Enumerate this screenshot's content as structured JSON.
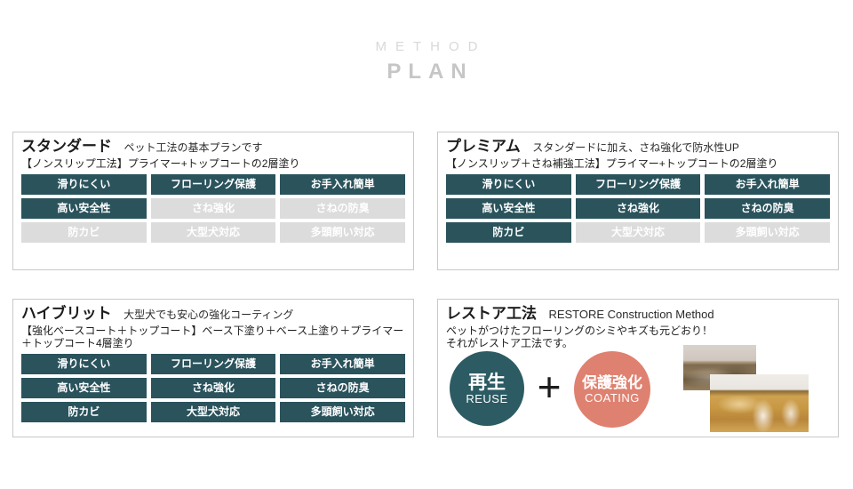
{
  "header": {
    "eyebrow": "METHOD",
    "title": "PLAN"
  },
  "panels": [
    {
      "title": "スタンダード",
      "subtitle": "ペット工法の基本プランです",
      "description": "【ノンスリップ工法】プライマー+トップコートの2層塗り",
      "badges": [
        {
          "label": "滑りにくい",
          "active": true
        },
        {
          "label": "フローリング保護",
          "active": true
        },
        {
          "label": "お手入れ簡単",
          "active": true
        },
        {
          "label": "高い安全性",
          "active": true
        },
        {
          "label": "さね強化",
          "active": false
        },
        {
          "label": "さねの防臭",
          "active": false
        },
        {
          "label": "防カビ",
          "active": false
        },
        {
          "label": "大型犬対応",
          "active": false
        },
        {
          "label": "多頭飼い対応",
          "active": false
        }
      ]
    },
    {
      "title": "プレミアム",
      "subtitle": "スタンダードに加え、さね強化で防水性UP",
      "description": "【ノンスリップ＋さね補強工法】プライマー+トップコートの2層塗り",
      "badges": [
        {
          "label": "滑りにくい",
          "active": true
        },
        {
          "label": "フローリング保護",
          "active": true
        },
        {
          "label": "お手入れ簡単",
          "active": true
        },
        {
          "label": "高い安全性",
          "active": true
        },
        {
          "label": "さね強化",
          "active": true
        },
        {
          "label": "さねの防臭",
          "active": true
        },
        {
          "label": "防カビ",
          "active": true
        },
        {
          "label": "大型犬対応",
          "active": false
        },
        {
          "label": "多頭飼い対応",
          "active": false
        }
      ]
    },
    {
      "title": "ハイブリット",
      "subtitle": "大型犬でも安心の強化コーティング",
      "description": "【強化ベースコート＋トップコート】ベース下塗り＋ベース上塗り＋プライマー＋トップコート4層塗り",
      "badges": [
        {
          "label": "滑りにくい",
          "active": true
        },
        {
          "label": "フローリング保護",
          "active": true
        },
        {
          "label": "お手入れ簡単",
          "active": true
        },
        {
          "label": "高い安全性",
          "active": true
        },
        {
          "label": "さね強化",
          "active": true
        },
        {
          "label": "さねの防臭",
          "active": true
        },
        {
          "label": "防カビ",
          "active": true
        },
        {
          "label": "大型犬対応",
          "active": true
        },
        {
          "label": "多頭飼い対応",
          "active": true
        }
      ]
    }
  ],
  "restore": {
    "title": "レストア工法",
    "subtitle": "RESTORE Construction Method",
    "body": [
      "ペットがつけたフローリングのシミやキズも元どおり！",
      "それがレストア工法です。"
    ],
    "reuse_circle": {
      "label": "再生",
      "sublabel": "REUSE",
      "color": "#2c5b63"
    },
    "plus": "+",
    "coating_circle": {
      "label": "保護強化",
      "sublabel": "COATING",
      "color": "#df8170"
    },
    "photos": [
      "before-floor-photo",
      "after-floor-photo"
    ]
  },
  "colors": {
    "badge_active": "#2a535c",
    "badge_inactive": "#dcdcdc",
    "accent_teal": "#2c5b63",
    "accent_salmon": "#df8170",
    "panel_border": "#c9c9c9",
    "header_gray": "#c6c6c6"
  }
}
